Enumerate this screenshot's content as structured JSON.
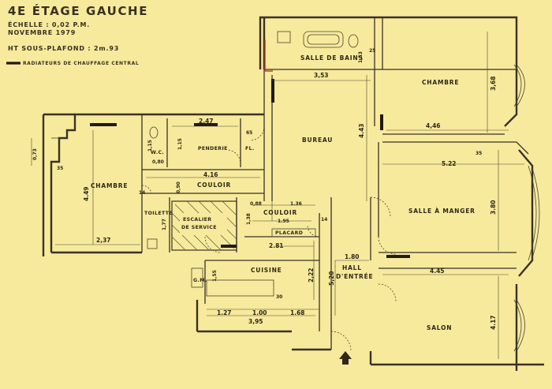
{
  "header": {
    "title": "4E ÉTAGE GAUCHE",
    "scale": "ÉCHELLE : 0,02 P.M.",
    "date": "NOVEMBRE 1979",
    "ceiling": "HT SOUS-PLAFOND : 2m.93",
    "legend": "RADIATEURS DE CHAUFFAGE CENTRAL"
  },
  "rooms": {
    "salle_de_bains": "SALLE DE BAINS",
    "chambre_right": "CHAMBRE",
    "bureau": "BUREAU",
    "penderie": "PENDERIE",
    "fl": "FL.",
    "wc": "W.C.",
    "couloir_top": "COULOIR",
    "chambre_left": "CHAMBRE",
    "salle_a_manger": "SALLE À MANGER",
    "toilette": "TOILETTE",
    "escalier_line1": "ESCALIER",
    "escalier_line2": "DE SERVICE",
    "couloir_mid": "COULOIR",
    "placard": "PLACARD",
    "cuisine": "CUISINE",
    "hall_line1": "HALL",
    "hall_line2": "D'ENTRÉE",
    "salon": "SALON",
    "gm": "G.M."
  },
  "dimensions": {
    "d_3_53": "3,53",
    "d_1_53": "1,53",
    "d_25": "25",
    "d_3_68": "3,68",
    "d_4_46": "4,46",
    "d_4_43": "4.43",
    "d_2_47": "2,47",
    "d_65": "65",
    "d_1_15a": "1,15",
    "d_1_15b": "1,15",
    "d_0_80": "0,80",
    "d_0_73": "0,73",
    "d_35": "35",
    "d_4_16": "4.16",
    "d_5_22": "5.22",
    "d_4_49": "4.49",
    "d_0_90": "0,90",
    "d_3_80": "3.80",
    "d_14a": "14",
    "d_0_88": "0,88",
    "d_1_36": "1.36",
    "d_1_77": "1,77",
    "d_1_38": "1,38",
    "d_1_95": "1.95",
    "d_14b": "14",
    "d_2_37": "2,37",
    "d_2_81": "2.81",
    "d_1_80": "1.80",
    "d_1_55": "1,55",
    "d_2_22": "2,22",
    "d_5_20": "5,20",
    "d_4_45": "4.45",
    "d_30": "30",
    "d_1_27": "1.27",
    "d_1_00": "1.00",
    "d_1_68": "1.68",
    "d_3_95": "3,95",
    "d_4_17": "4.17",
    "d_35b": "35"
  },
  "colors": {
    "paper": "#f7ea9c",
    "ink": "#3a3226",
    "radiator": "#1f1a12",
    "accent_red": "#b23a2a"
  }
}
